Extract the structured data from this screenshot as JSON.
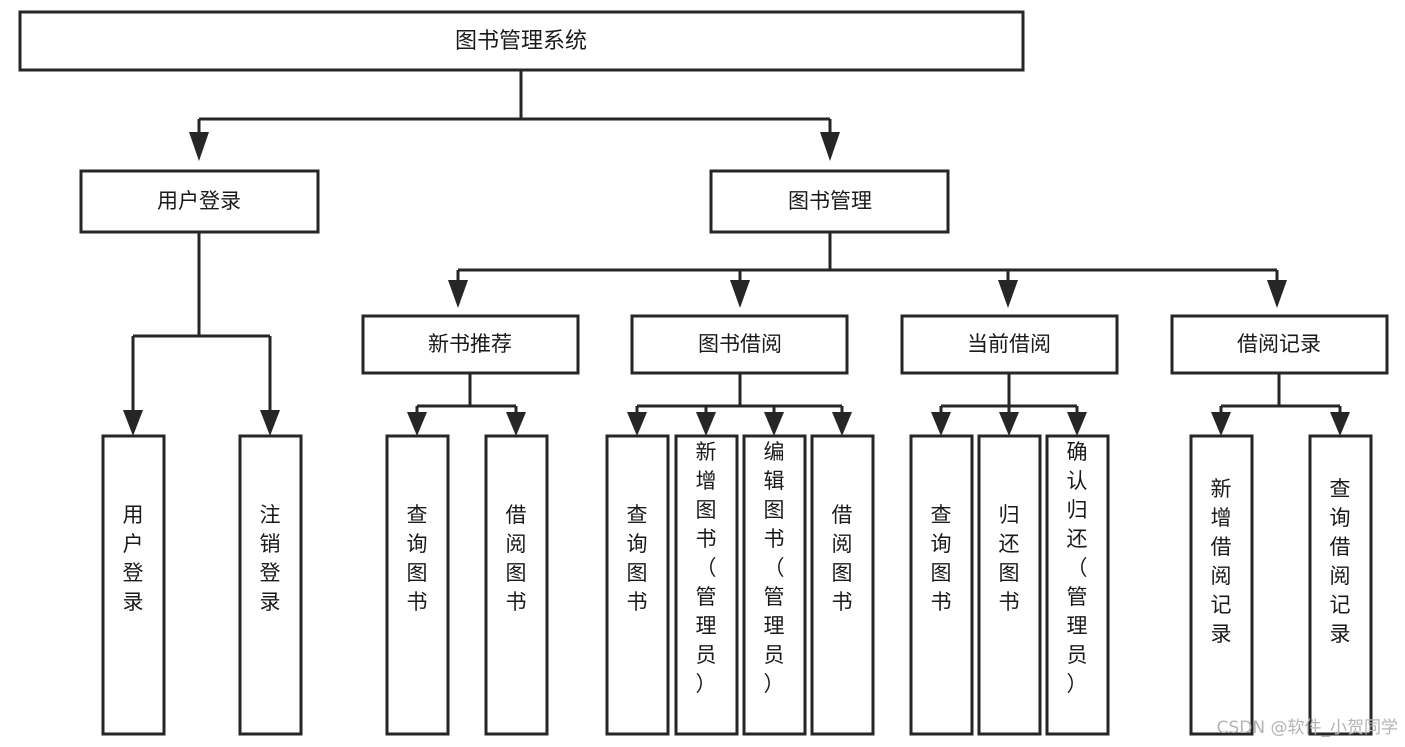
{
  "diagram": {
    "type": "tree-hierarchy",
    "title": "图书管理系统",
    "root": {
      "label": "图书管理系统"
    },
    "level2": [
      {
        "id": "user-login",
        "label": "用户登录"
      },
      {
        "id": "book-manage",
        "label": "图书管理"
      }
    ],
    "level3": [
      {
        "id": "new-book-recommend",
        "label": "新书推荐",
        "parent": "book-manage"
      },
      {
        "id": "book-borrow",
        "label": "图书借阅",
        "parent": "book-manage"
      },
      {
        "id": "current-borrow",
        "label": "当前借阅",
        "parent": "book-manage"
      },
      {
        "id": "borrow-record",
        "label": "借阅记录",
        "parent": "book-manage"
      }
    ],
    "leaves": {
      "user-login": [
        {
          "id": "leaf-user-login",
          "label": "用户登录"
        },
        {
          "id": "leaf-user-logout",
          "label": "注销登录"
        }
      ],
      "new-book-recommend": [
        {
          "id": "leaf-query-book-1",
          "label": "查询图书"
        },
        {
          "id": "leaf-borrow-book-1",
          "label": "借阅图书"
        }
      ],
      "book-borrow": [
        {
          "id": "leaf-query-book-2",
          "label": "查询图书"
        },
        {
          "id": "leaf-add-book",
          "label": "新增图书（管理员）"
        },
        {
          "id": "leaf-edit-book",
          "label": "编辑图书（管理员）"
        },
        {
          "id": "leaf-borrow-book-2",
          "label": "借阅图书"
        }
      ],
      "current-borrow": [
        {
          "id": "leaf-query-book-3",
          "label": "查询图书"
        },
        {
          "id": "leaf-return-book",
          "label": "归还图书"
        },
        {
          "id": "leaf-confirm-return",
          "label": "确认归还（管理员）"
        }
      ],
      "borrow-record": [
        {
          "id": "leaf-add-record",
          "label": "新增借阅记录"
        },
        {
          "id": "leaf-query-record",
          "label": "查询借阅记录"
        }
      ]
    }
  },
  "watermark": {
    "label": "CSDN @软件_小贺同学"
  },
  "colors": {
    "box_stroke": "#262626",
    "box_fill": "#ffffff",
    "text": "#1a1a1a",
    "watermark": "#b4b4b4",
    "background": "#ffffff"
  }
}
